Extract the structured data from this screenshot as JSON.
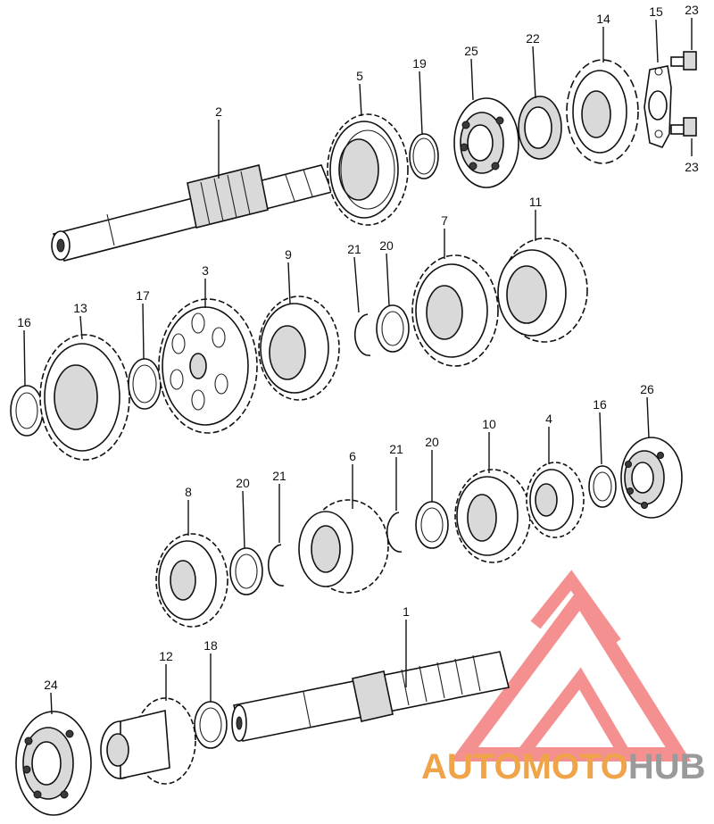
{
  "labels": {
    "p1": "1",
    "p2": "2",
    "p3": "3",
    "p4": "4",
    "p5": "5",
    "p6": "6",
    "p7": "7",
    "p8": "8",
    "p9": "9",
    "p10": "10",
    "p11": "11",
    "p12": "12",
    "p13": "13",
    "p14": "14",
    "p15": "15",
    "p16a": "16",
    "p16b": "16",
    "p17": "17",
    "p18": "18",
    "p19": "19",
    "p20a": "20",
    "p20b": "20",
    "p20c": "20",
    "p21a": "21",
    "p21b": "21",
    "p21c": "21",
    "p22": "22",
    "p23a": "23",
    "p23b": "23",
    "p24": "24",
    "p25": "25",
    "p26": "26"
  },
  "watermark": {
    "part1": "AUTO",
    "part2": "MOTO",
    "part3": "HUB",
    "color_primary": "#f0a44a",
    "color_secondary": "#9a9a9a",
    "logo_color": "#f26b6b"
  }
}
